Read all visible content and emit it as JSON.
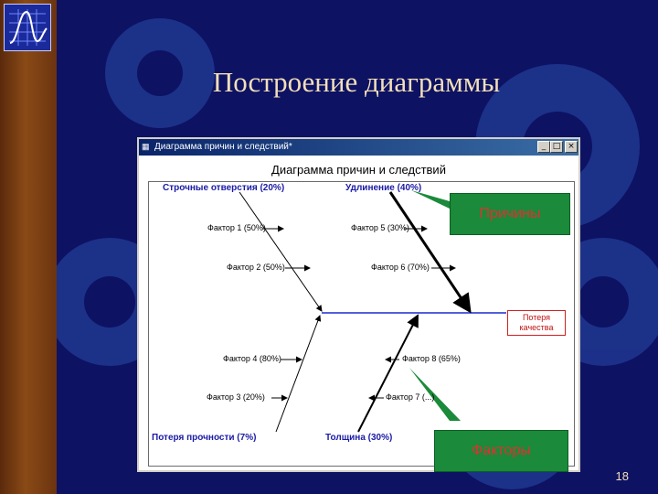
{
  "slide": {
    "title": "Построение диаграммы",
    "page_number": "18"
  },
  "window": {
    "title": "Диаграмма причин и следствий*",
    "minimize": "_",
    "maximize": "□",
    "close": "×"
  },
  "diagram": {
    "title": "Диаграмма причин и следствий",
    "effect": "Потеря качества",
    "categories": {
      "top_left": "Строчные отверстия (20%)",
      "top_right": "Удлинение (40%)",
      "bottom_left": "Потеря прочности (7%)",
      "bottom_right": "Толщина (30%)"
    },
    "factors": {
      "f1": "Фактор 1 (50%)",
      "f2": "Фактор 2 (50%)",
      "f5": "Фактор 5 (30%)",
      "f6": "Фактор 6 (70%)",
      "f4": "Фактор 4 (80%)",
      "f3": "Фактор 3 (20%)",
      "f8": "Фактор 8 (65%)",
      "f7": "Фактор 7 (...)"
    }
  },
  "callouts": {
    "causes": "Причины",
    "factors": "Факторы"
  }
}
